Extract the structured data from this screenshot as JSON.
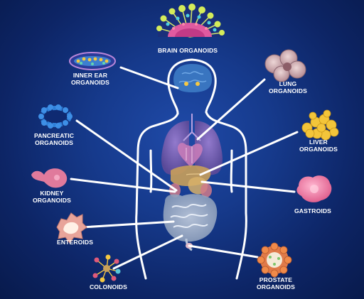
{
  "diagram": {
    "labels": {
      "brain": "BRAIN ORGANOIDS",
      "inner_ear": [
        "INNER EAR",
        "ORGANOIDS"
      ],
      "lung": [
        "LUNG",
        "ORGANOIDS"
      ],
      "pancreatic": [
        "PANCREATIC",
        "ORGANOIDS"
      ],
      "liver": [
        "LIVER",
        "ORGANOIDS"
      ],
      "kidney": [
        "KIDNEY",
        "ORGANOIDS"
      ],
      "gastroids": "GASTROIDS",
      "enteroids": "ENTEROIDS",
      "colonoids": "COLONOIDS",
      "prostate": [
        "PROSTATE",
        "ORGANOIDS"
      ]
    },
    "colors": {
      "background": "#163a8c",
      "body_outline": "#ffffff",
      "lungs": "#7a5fb0",
      "heart": "#c77bb8",
      "liver": "#c9a05a",
      "intestine": "#9fb0c8",
      "brain_organ": "#3f7fc8",
      "connector": "#ffffff"
    }
  }
}
